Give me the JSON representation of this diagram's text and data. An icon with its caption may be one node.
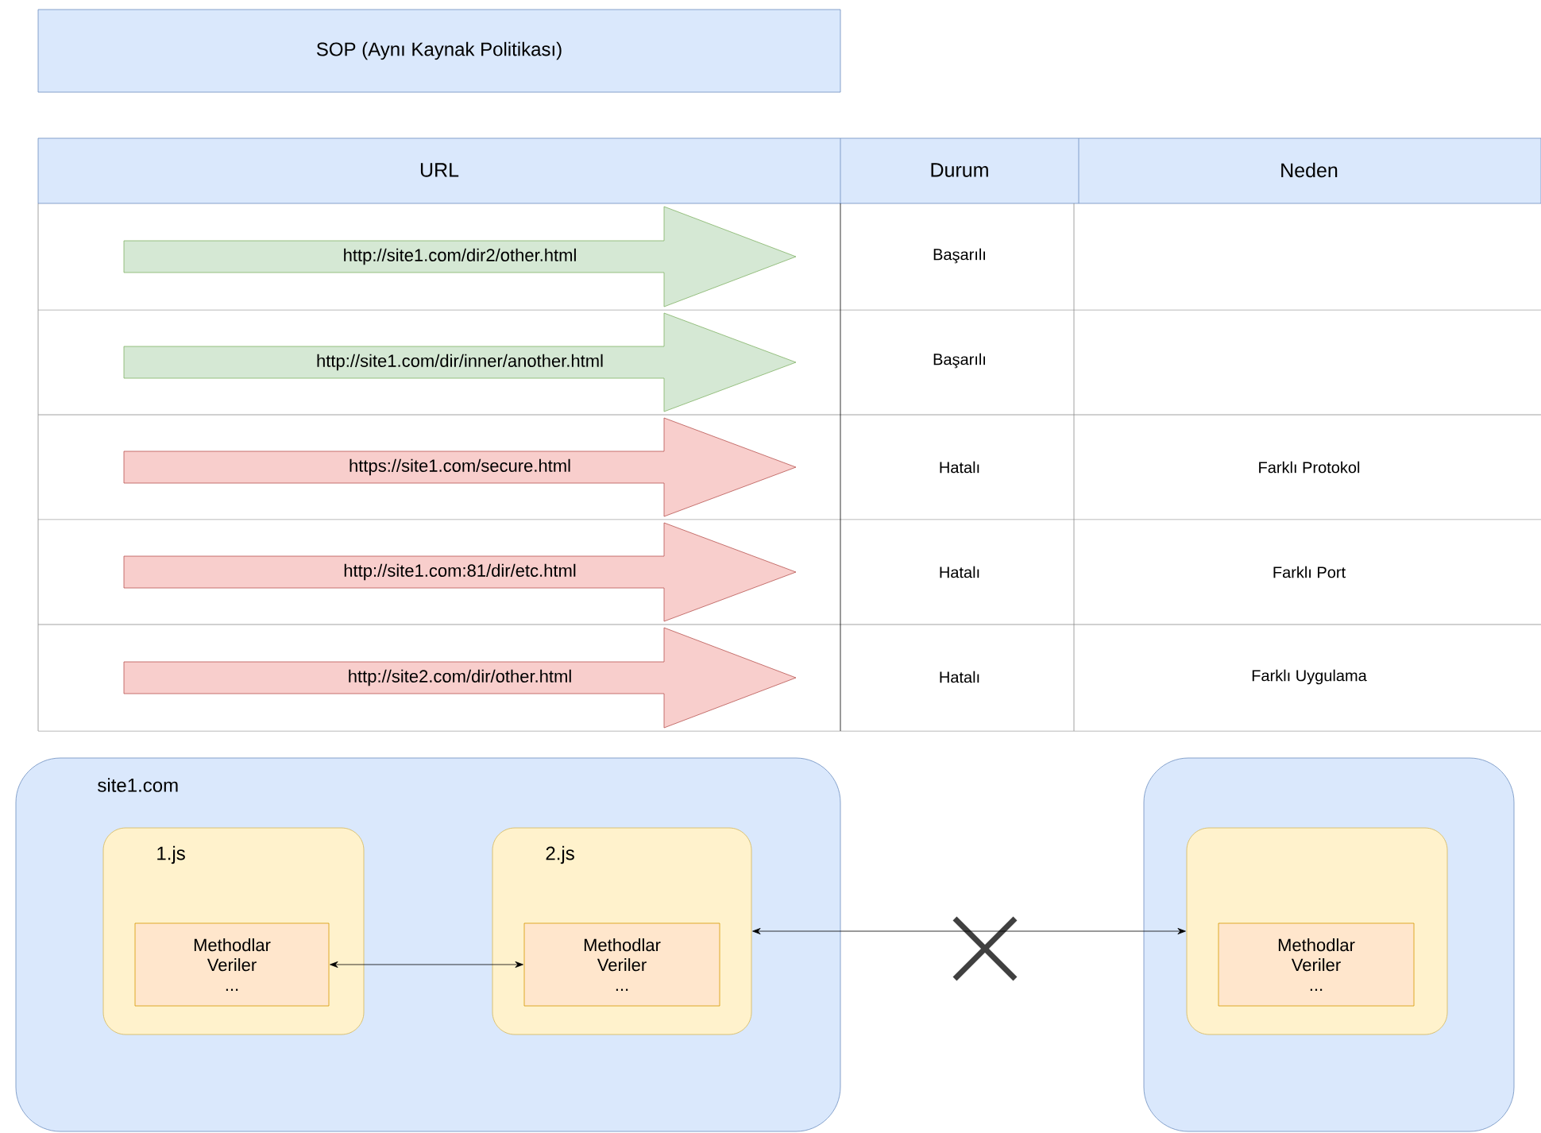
{
  "diagram": {
    "title": "SOP (Aynı Kaynak Politikası)",
    "nodes": [
      {
        "text": [
          "http://site1.com/dir2/other.html"
        ]
      },
      {
        "text": [
          "http://site1.com/dir/inner/another.html"
        ]
      },
      {
        "text": [
          "https://site1.com/secure.html"
        ]
      },
      {
        "text": [
          "http://site1.com:81/dir/etc.html"
        ]
      },
      {
        "text": [
          "http://site2.com/dir/other.html"
        ]
      },
      {
        "text": [
          "site1.com"
        ]
      },
      {
        "text": [
          "1.js"
        ],
        "in": 5
      },
      {
        "text": [
          "Methodlar Veriler ..."
        ],
        "in": 6
      },
      {
        "text": [
          "2.js"
        ],
        "in": 5
      },
      {
        "text": [
          "Methodlar Veriler ..."
        ],
        "in": 8
      },
      {
        "text": [],
        "shape": "box"
      },
      {
        "text": [],
        "shape": "box",
        "in": 10
      },
      {
        "text": [
          "Methodlar Veriler ..."
        ],
        "in": 11
      }
    ],
    "edges": [
      {
        "from": 7,
        "to": 9,
        "arrow": "both"
      },
      {
        "from": 8,
        "to": 11,
        "arrow": "both"
      }
    ],
    "labels": [
      "URL",
      "Durum",
      "Neden",
      "Başarılı",
      "Başarılı",
      "Hatalı",
      "Farklı Protokol",
      "Hatalı",
      "Farklı Port",
      "Hatalı",
      "Farklı Uygulama"
    ]
  }
}
